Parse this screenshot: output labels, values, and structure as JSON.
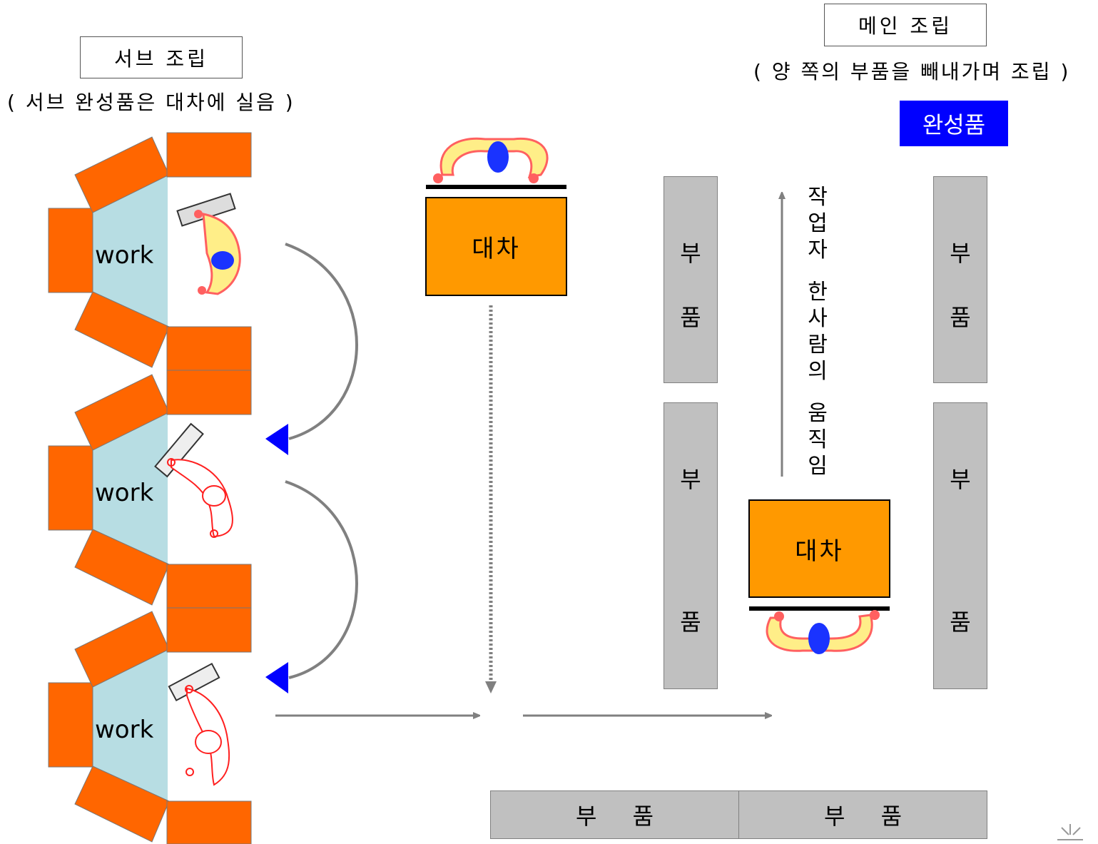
{
  "sub_assembly": {
    "title": "서브 조립",
    "note": "( 서브 완성품은 대차에 실음 )",
    "stations": [
      {
        "work_label": "work"
      },
      {
        "work_label": "work"
      },
      {
        "work_label": "work"
      }
    ]
  },
  "main_assembly": {
    "title": "메인 조립",
    "note": "( 양 쪽의 부품을 빼내가며 조립 )",
    "finished_label": "완성품",
    "worker_movement_chars": [
      "작",
      "업",
      "자",
      "한",
      "사",
      "람",
      "의",
      "움",
      "직",
      "임"
    ],
    "left_racks": [
      {
        "char1": "부",
        "char2": "품"
      },
      {
        "char1": "부",
        "char2": "품"
      }
    ],
    "right_racks": [
      {
        "char1": "부",
        "char2": "품"
      },
      {
        "char1": "부",
        "char2": "품"
      }
    ],
    "cart_label": "대차"
  },
  "transfer_cart": {
    "label": "대차"
  },
  "bottom_racks": [
    {
      "label": "부 품"
    },
    {
      "label": "부 품"
    }
  ],
  "colors": {
    "bench": "#ff6600",
    "work_area": "#b7dde3",
    "cart": "#ff9900",
    "rack": "#c0c0c0",
    "arrow_gray": "#808080",
    "arrow_head_blue": "#0000ff",
    "finished_bg": "#0000ff"
  }
}
